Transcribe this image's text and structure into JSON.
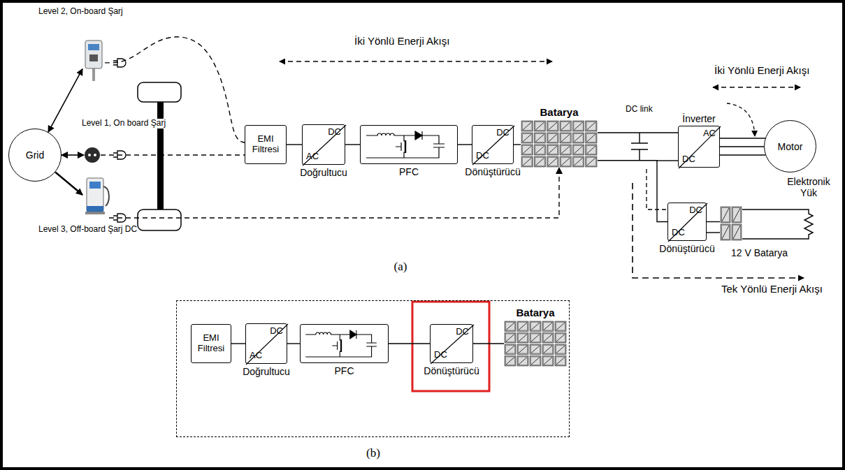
{
  "diagram": {
    "nodes": [
      {
        "text": [
          "Grid"
        ]
      },
      {
        "text": [
          "Level 2, On-board Şarj"
        ]
      },
      {
        "text": [
          "Level 1, On board Şarj"
        ]
      },
      {
        "text": [
          "Level 3, Off-board Şarj DC"
        ]
      },
      {
        "text": [
          "EMI Filtresi"
        ]
      },
      {
        "text": [
          "DC",
          "AC",
          "Doğrultucu"
        ]
      },
      {
        "text": [
          "PFC"
        ]
      },
      {
        "text": [
          "DC",
          "DC",
          "Dönüştürücü"
        ]
      },
      {
        "text": [
          "Batarya"
        ]
      },
      {
        "text": [
          "İnverter",
          "AC",
          "DC"
        ]
      },
      {
        "text": [
          "Motor"
        ]
      },
      {
        "text": [
          "DC",
          "DC",
          "Dönüştürücü"
        ]
      },
      {
        "text": [
          "12 V Batarya"
        ]
      },
      {
        "text": [
          "Elektronik Yük"
        ]
      },
      {
        "text": [
          "(b)"
        ]
      },
      {
        "text": [
          "EMI Filtresi"
        ],
        "in": 14
      },
      {
        "text": [
          "DC",
          "AC",
          "Doğrultucu"
        ],
        "in": 14
      },
      {
        "text": [
          "PFC"
        ],
        "in": 14
      },
      {
        "text": [
          "DC",
          "DC",
          "Dönüştürücü"
        ],
        "in": 14
      },
      {
        "text": [
          "Batarya"
        ],
        "in": 14
      }
    ],
    "edges": [
      {
        "from": 0,
        "to": 1,
        "arrow": "both"
      },
      {
        "from": 0,
        "to": 2,
        "arrow": "both"
      },
      {
        "from": 0,
        "to": 3,
        "arrow": "to"
      },
      {
        "from": 1,
        "to": 4,
        "arrow": "none"
      },
      {
        "from": 2,
        "to": 4,
        "arrow": "none"
      },
      {
        "from": 3,
        "to": 8,
        "arrow": "to"
      },
      {
        "from": 4,
        "to": 5,
        "arrow": "none"
      },
      {
        "from": 5,
        "to": 6,
        "arrow": "none"
      },
      {
        "from": 6,
        "to": 7,
        "arrow": "none"
      },
      {
        "from": 7,
        "to": 8,
        "arrow": "none"
      },
      {
        "from": 8,
        "to": 9,
        "arrow": "none"
      },
      {
        "from": 9,
        "to": 10,
        "arrow": "none"
      },
      {
        "from": 8,
        "to": 11,
        "arrow": "none"
      },
      {
        "from": 11,
        "to": 12,
        "arrow": "none"
      },
      {
        "from": 12,
        "to": 13,
        "arrow": "none"
      },
      {
        "from": 15,
        "to": 16,
        "arrow": "none"
      },
      {
        "from": 16,
        "to": 17,
        "arrow": "none"
      },
      {
        "from": 17,
        "to": 18,
        "arrow": "none"
      },
      {
        "from": 18,
        "to": 19,
        "arrow": "none"
      }
    ],
    "labels": [
      "İki Yönlü Enerji Akışı",
      "İki Yönlü Enerji Akışı",
      "DC link",
      "Tek Yönlü Enerji Akışı",
      "(a)"
    ]
  }
}
